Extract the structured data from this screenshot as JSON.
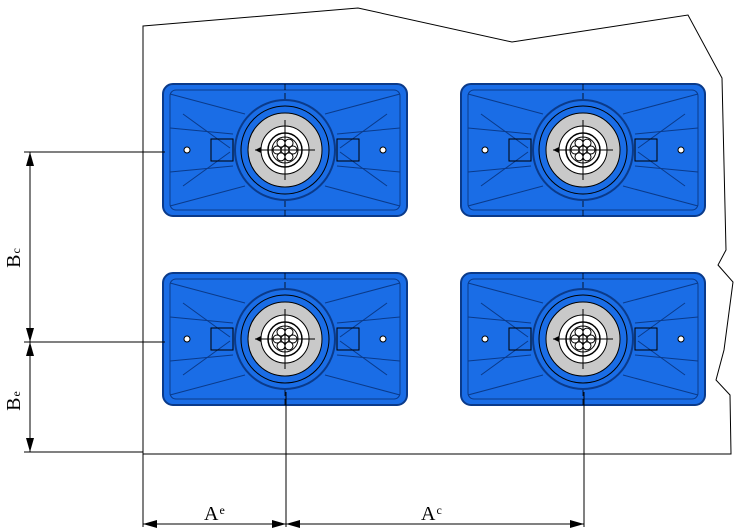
{
  "colors": {
    "block_fill": "#1a6de6",
    "block_edge": "#0a3a8a",
    "hub_ring": "#c9c9c9",
    "line": "#000000",
    "background": "#ffffff"
  },
  "blocks": [
    {
      "name": "block-top-left"
    },
    {
      "name": "block-top-right"
    },
    {
      "name": "block-bottom-left"
    },
    {
      "name": "block-bottom-right"
    }
  ],
  "dimensions": {
    "bc": {
      "main": "B",
      "sub": "c"
    },
    "be": {
      "main": "B",
      "sub": "e"
    },
    "ae": {
      "main": "A",
      "sub": "e"
    },
    "ac": {
      "main": "A",
      "sub": "c"
    }
  }
}
